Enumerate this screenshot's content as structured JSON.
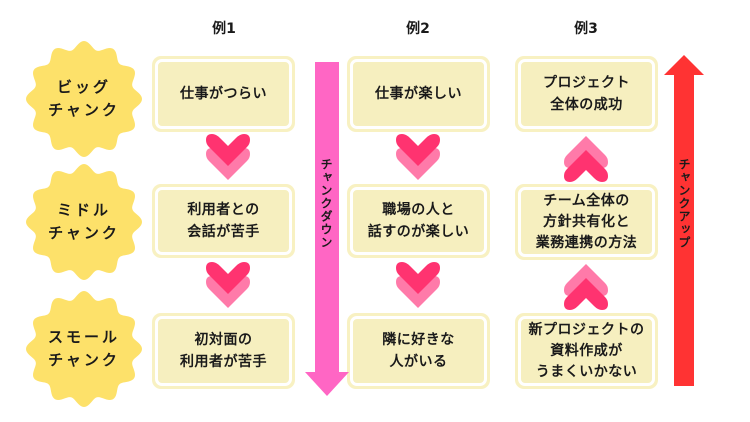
{
  "colors": {
    "badge_fill": "#fde16a",
    "box_fill": "#f6efbf",
    "chevron_dark": "#ff3370",
    "chevron_light": "#ff7aa9",
    "down_arrow": "#ff66c4",
    "up_arrow": "#ff3333"
  },
  "levels": [
    {
      "line1": "ビッグ",
      "line2": "チャンク"
    },
    {
      "line1": "ミドル",
      "line2": "チャンク"
    },
    {
      "line1": "スモール",
      "line2": "チャンク"
    }
  ],
  "columns": [
    {
      "header": "例1",
      "direction": "down",
      "boxes": [
        {
          "lines": [
            "仕事がつらい"
          ]
        },
        {
          "lines": [
            "利用者との",
            "会話が苦手"
          ]
        },
        {
          "lines": [
            "初対面の",
            "利用者が苦手"
          ]
        }
      ]
    },
    {
      "header": "例2",
      "direction": "down",
      "boxes": [
        {
          "lines": [
            "仕事が楽しい"
          ]
        },
        {
          "lines": [
            "職場の人と",
            "話すのが楽しい"
          ]
        },
        {
          "lines": [
            "隣に好きな",
            "人がいる"
          ]
        }
      ]
    },
    {
      "header": "例3",
      "direction": "up",
      "boxes": [
        {
          "lines": [
            "プロジェクト",
            "全体の成功"
          ]
        },
        {
          "lines": [
            "チーム全体の",
            "方針共有化と",
            "業務連携の方法"
          ]
        },
        {
          "lines": [
            "新プロジェクトの",
            "資料作成が",
            "うまくいかない"
          ]
        }
      ]
    }
  ],
  "arrows": {
    "down_label": "チャンクダウン",
    "up_label": "チャンクアップ"
  }
}
